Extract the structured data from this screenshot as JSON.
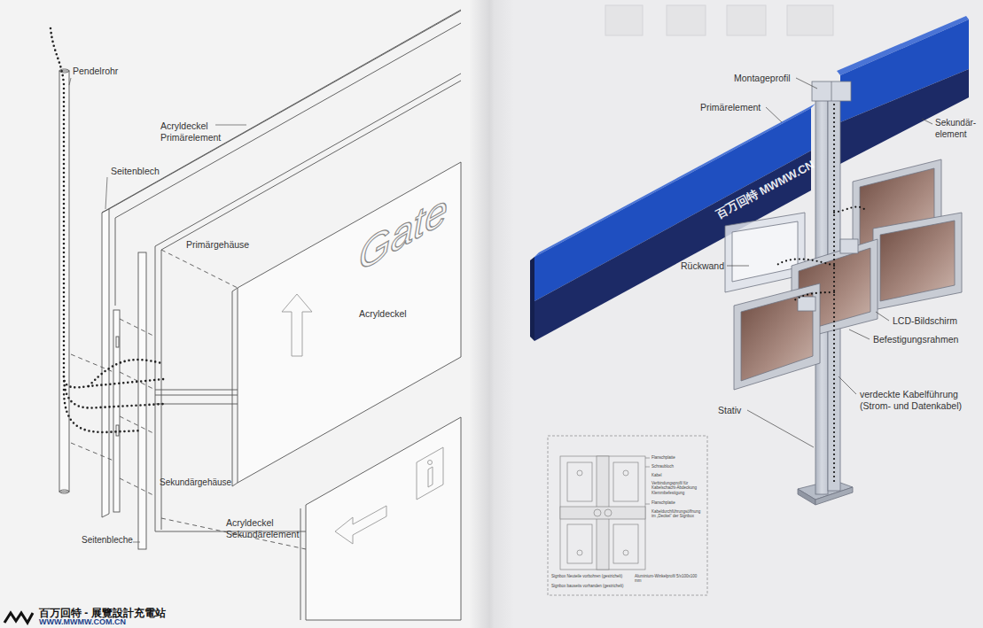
{
  "diagram": {
    "labels": [
      "Pendelrohr",
      "Acryldeckel Primärelement",
      "Seitenblech",
      "Primärgehäuse",
      "Gate",
      "Acryldeckel",
      "Sekundärgehäuse",
      "Acryldeckel Sekundärelement",
      "Seitenbleche",
      "Montageprofil",
      "Primärelement",
      "Sekundär- element",
      "Rückwand",
      "LCD-Bildschirm",
      "Befestigungsrahmen",
      "verdeckte Kabelführung (Strom- und Datenkabel)",
      "Stativ",
      "Flanschplatte",
      "Schraubloch",
      "Kabel",
      "Verbindungsprofil für Kabelschacht-Abdeckung Klemmbefestigung",
      "Flanschplatte",
      "Kabeldurchführungsöffnung im „Deckel“ der Signbox",
      "Signbox Neuteile vorbohren (gestrichelt)",
      "Aluminium-Winkelprofil 5/x100x100 mm",
      "Signbox bauseits vorhanden (gestrichelt)",
      "百万回特 - 展覽設計充電站",
      "WWW.MWMW.COM.CN",
      "百万回特 MWMW.CN"
    ]
  }
}
